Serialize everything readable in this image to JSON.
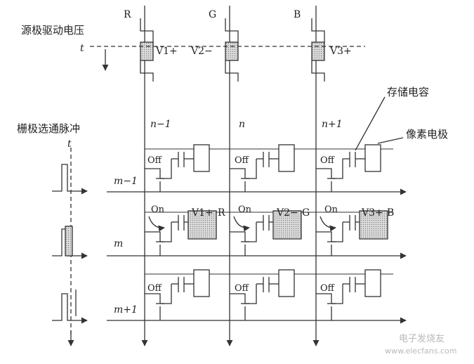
{
  "title": "源极驱动电压",
  "gate_title": "栅极选通脉冲",
  "time_label": "t",
  "channels": [
    "R",
    "G",
    "B"
  ],
  "voltages": [
    "V1+",
    "V2−",
    "V3+"
  ],
  "columns": [
    "n−1",
    "n",
    "n+1"
  ],
  "rows": [
    "m−1",
    "m",
    "m+1"
  ],
  "callouts": {
    "capacitor": "存储电容",
    "pixel_electrode": "像素电极"
  },
  "states": {
    "off": "Off",
    "on": "On"
  },
  "pixel_values": [
    "V1+",
    "V2−",
    "V3+"
  ],
  "pixel_channels": [
    "R",
    "G",
    "B"
  ],
  "watermark": "电子发烧友",
  "watermark_url": "www.elecfans.com",
  "colors": {
    "line": "#333333",
    "hatch": "#bdbdbd",
    "watermark": "#b9b9b9"
  }
}
